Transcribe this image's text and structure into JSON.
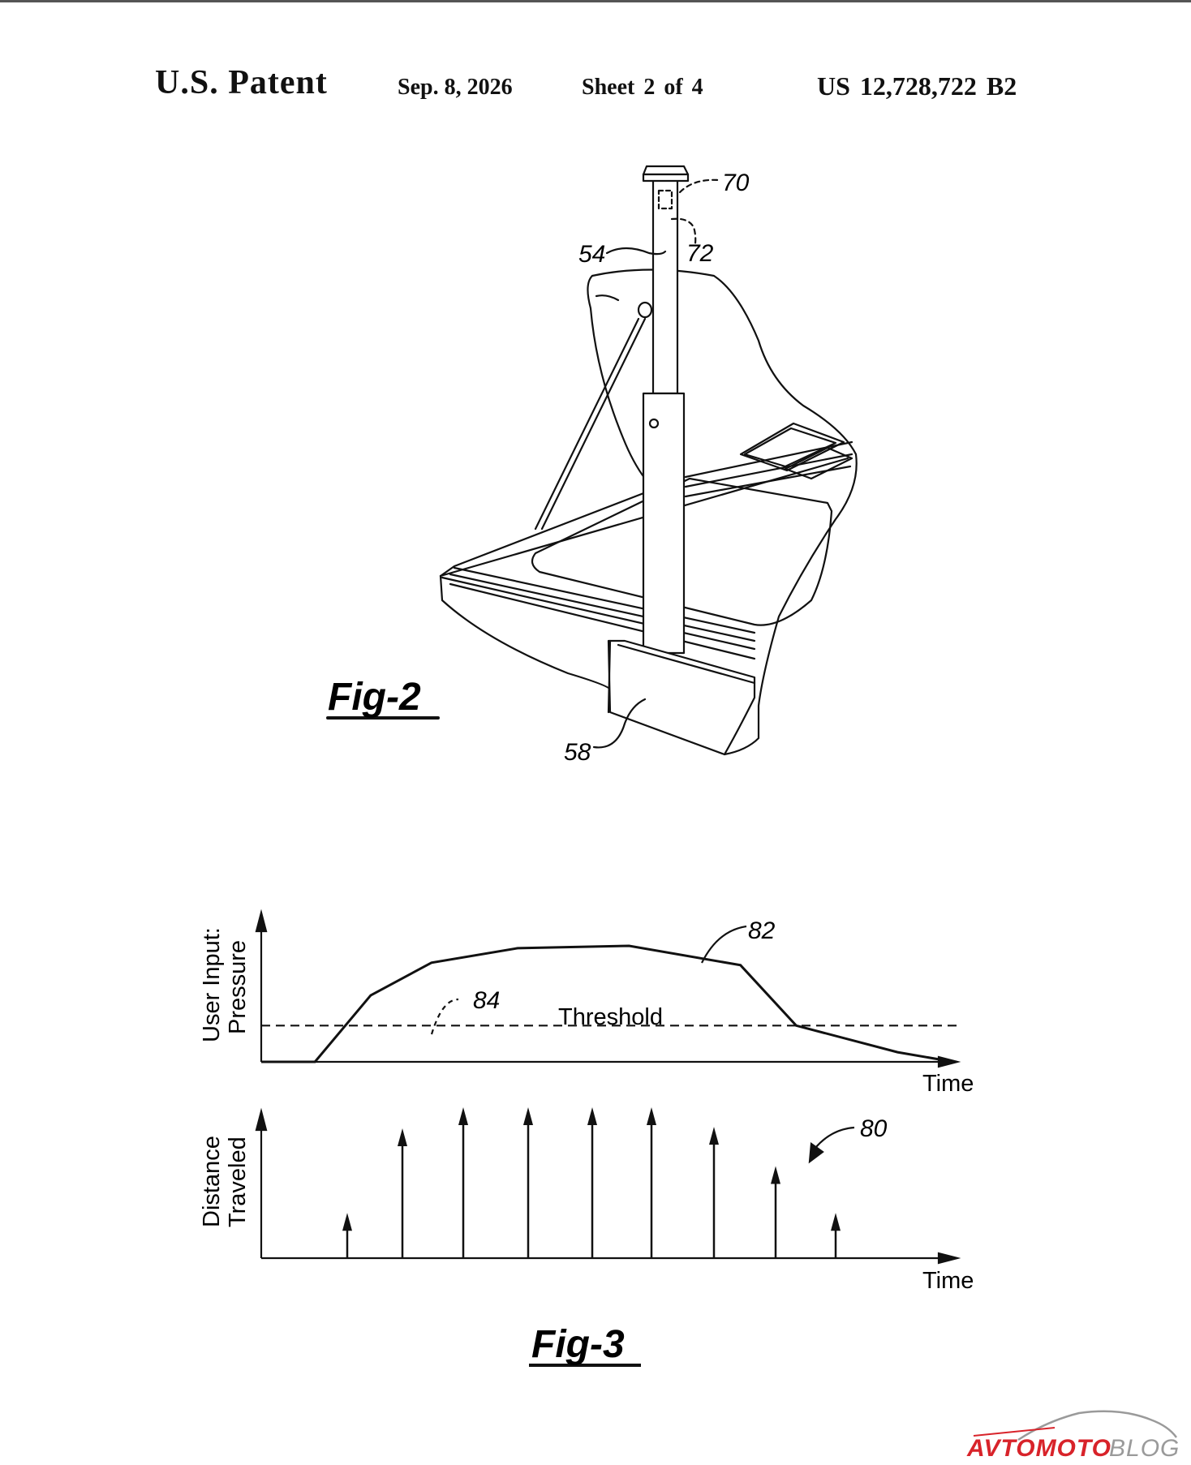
{
  "header": {
    "patent_label": "U.S. Patent",
    "date": "Sep. 8, 2026",
    "sheet": "Sheet 2 of 4",
    "number": "US 12,728,722 B2"
  },
  "fig2": {
    "label": "Fig-2",
    "refs": {
      "r70": "70",
      "r72": "72",
      "r54": "54",
      "r58": "58"
    }
  },
  "fig3": {
    "label": "Fig-3",
    "refs": {
      "r82": "82",
      "r84": "84",
      "r80": "80"
    },
    "threshold_label": "Threshold"
  },
  "chart_data": [
    {
      "type": "line",
      "ylabel": "User Input: Pressure",
      "xlabel": "Time",
      "series": [
        {
          "name": "",
          "x": [
            0,
            0.05,
            0.16,
            0.28,
            0.45,
            0.67,
            0.89,
            1.0,
            1.2,
            1.31
          ],
          "y": [
            0,
            0,
            0.55,
            0.82,
            0.94,
            0.96,
            0.8,
            0.3,
            0.08,
            0
          ]
        }
      ],
      "threshold": 0.3,
      "annotations": [
        "Threshold"
      ]
    },
    {
      "type": "bar",
      "ylabel": "Distance Traveled",
      "xlabel": "Time",
      "values": [
        0.3,
        0.86,
        1.0,
        1.0,
        1.0,
        1.0,
        0.87,
        0.61,
        0.3
      ]
    }
  ],
  "watermark": {
    "part1": "AVTOMOTO",
    "part2": "BLOG",
    "color_red": "#d8232a",
    "color_gray": "#9a9a9a"
  }
}
